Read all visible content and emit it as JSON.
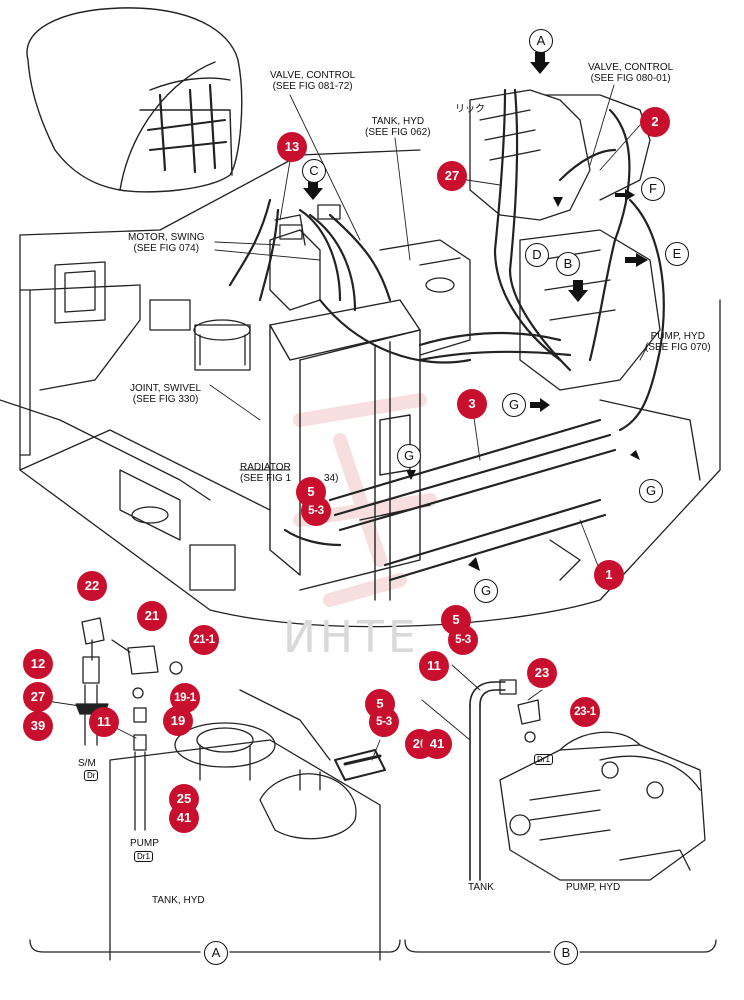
{
  "labels": {
    "valve_control_left": "VALVE, CONTROL\n(SEE FIG 081-72)",
    "valve_control_right": "VALVE, CONTROL\n(SEE FIG 080-01)",
    "tank_hyd_top": "TANK, HYD\n(SEE FIG 062)",
    "motor_swing": "MOTOR, SWING\n(SEE FIG 074)",
    "joint_swivel": "JOINT, SWIVEL\n(SEE FIG 330)",
    "pump_hyd_top": "PUMP, HYD\n(SEE FIG 070)",
    "radiator": "RADIATOR\n(SEE FIG 1",
    "radiator_tail": "34)",
    "sm": "S/M",
    "pump": "PUMP",
    "tank_hyd_bottom": "TANK, HYD",
    "tank": "TANK",
    "pump_hyd_bottom": "PUMP, HYD",
    "dr_left": "Dr",
    "dr1_pump": "Dr1",
    "dr1_right": "Dr1",
    "jp_text": "リック",
    "section_a": "A",
    "section_b": "B"
  },
  "watermark": "ИНТЕ",
  "callouts": [
    {
      "text": "2"
    },
    {
      "text": "13"
    },
    {
      "text": "27"
    },
    {
      "text": "3"
    },
    {
      "text": "5"
    },
    {
      "text": "5-3"
    },
    {
      "text": "1"
    },
    {
      "text": "5"
    },
    {
      "text": "5-3"
    },
    {
      "text": "22"
    },
    {
      "text": "21"
    },
    {
      "text": "21-1"
    },
    {
      "text": "12"
    },
    {
      "text": "19-1"
    },
    {
      "text": "27"
    },
    {
      "text": "19"
    },
    {
      "text": "39"
    },
    {
      "text": "11"
    },
    {
      "text": "25"
    },
    {
      "text": "41"
    },
    {
      "text": "11"
    },
    {
      "text": "23"
    },
    {
      "text": "23-1"
    },
    {
      "text": "5"
    },
    {
      "text": "5-3"
    },
    {
      "text": "20"
    },
    {
      "text": "41"
    }
  ],
  "view_letters": [
    {
      "text": "A"
    },
    {
      "text": "C"
    },
    {
      "text": "F"
    },
    {
      "text": "D"
    },
    {
      "text": "B"
    },
    {
      "text": "E"
    },
    {
      "text": "G"
    },
    {
      "text": "G"
    },
    {
      "text": "G"
    },
    {
      "text": "G"
    }
  ]
}
